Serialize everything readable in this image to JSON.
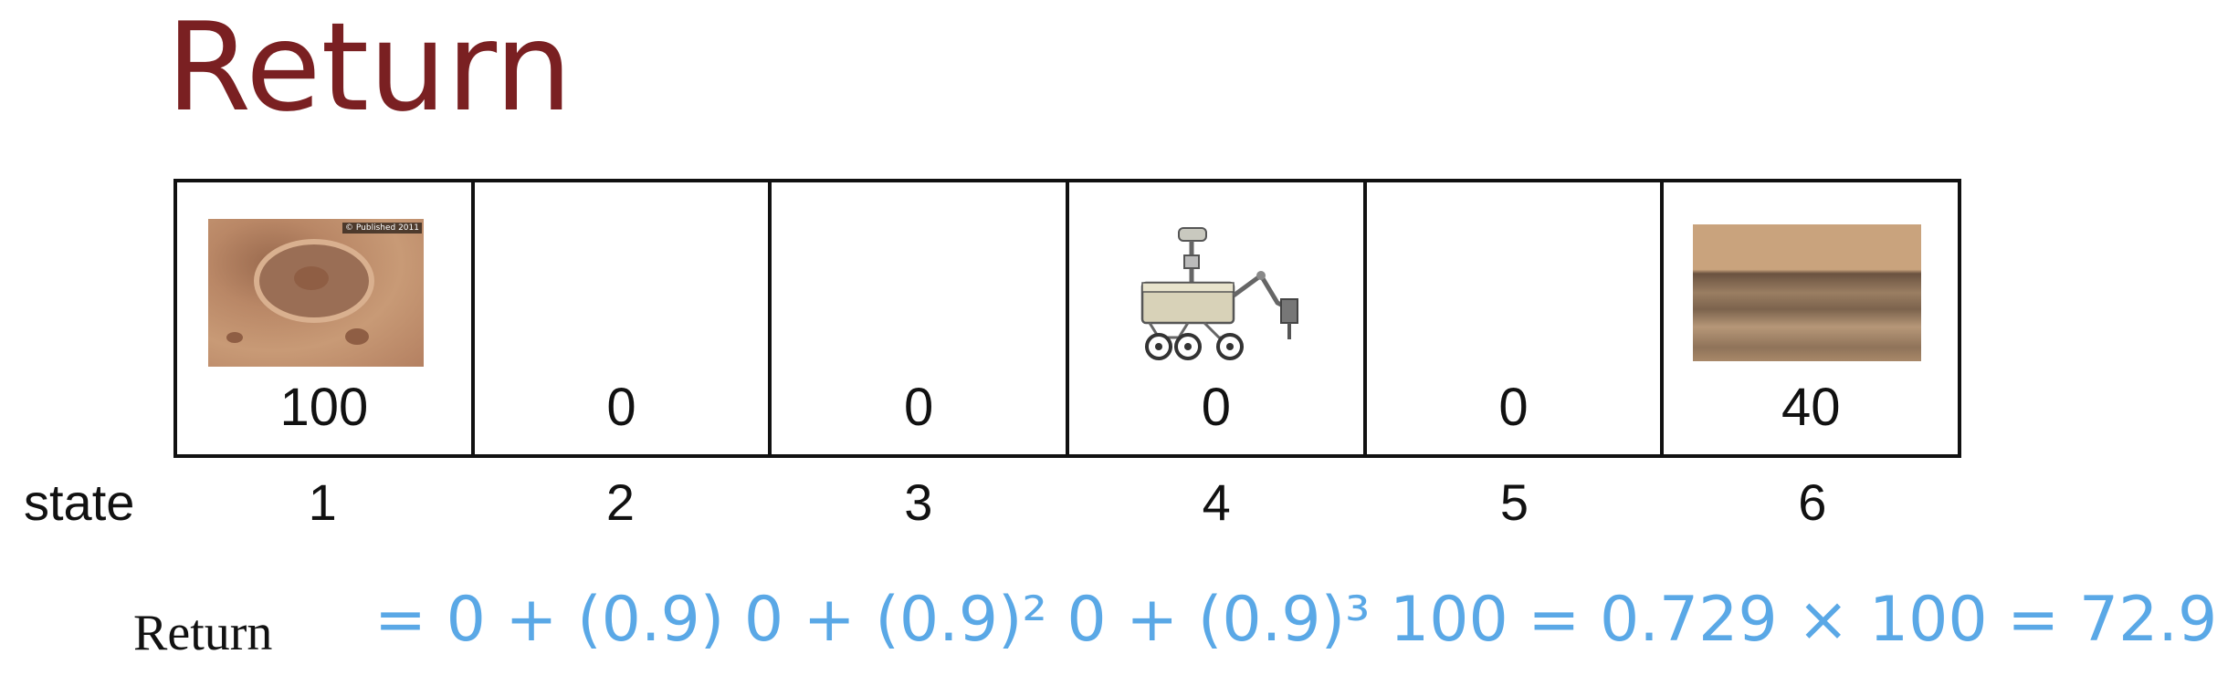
{
  "title": "Return",
  "states": [
    {
      "reward": "100",
      "state": "1",
      "image": "crater-image"
    },
    {
      "reward": "0",
      "state": "2",
      "image": ""
    },
    {
      "reward": "0",
      "state": "3",
      "image": ""
    },
    {
      "reward": "0",
      "state": "4",
      "image": "rover-icon"
    },
    {
      "reward": "0",
      "state": "5",
      "image": ""
    },
    {
      "reward": "40",
      "state": "6",
      "image": "mars-landscape-image"
    }
  ],
  "image_caption": "© Published 2011",
  "state_label": "state",
  "return_label": "Return",
  "equation_text": "= 0 + (0.9) 0 + (0.9)² 0 + (0.9)³ 100 = 0.729 × 100 = 72.9",
  "colors": {
    "title": "#7a2022",
    "handwriting": "#5aa8e6",
    "border": "#111111"
  }
}
